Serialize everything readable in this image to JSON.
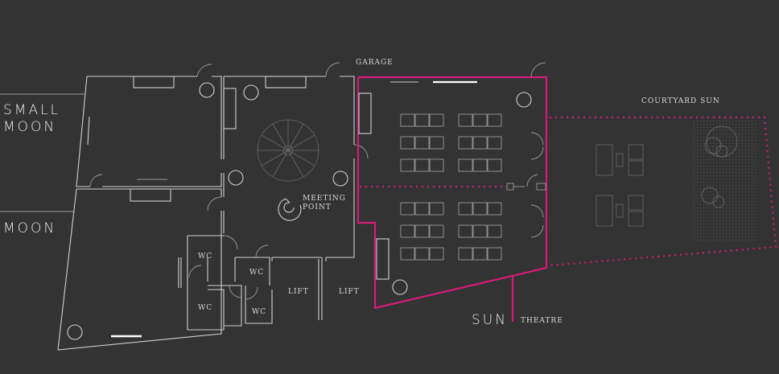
{
  "rooms": {
    "small_moon": [
      "SMALL",
      "MOON"
    ],
    "moon": "MOON",
    "sun": "SUN",
    "theatre": "THEATRE",
    "garage": "GARAGE",
    "courtyard_sun": "COURTYARD SUN",
    "meeting_point": [
      "MEETING",
      "POINT"
    ],
    "lift": "LIFT",
    "wc": "WC"
  },
  "colors": {
    "background": "#333333",
    "walls": "#cfcfcf",
    "highlight": "#d6197a"
  }
}
